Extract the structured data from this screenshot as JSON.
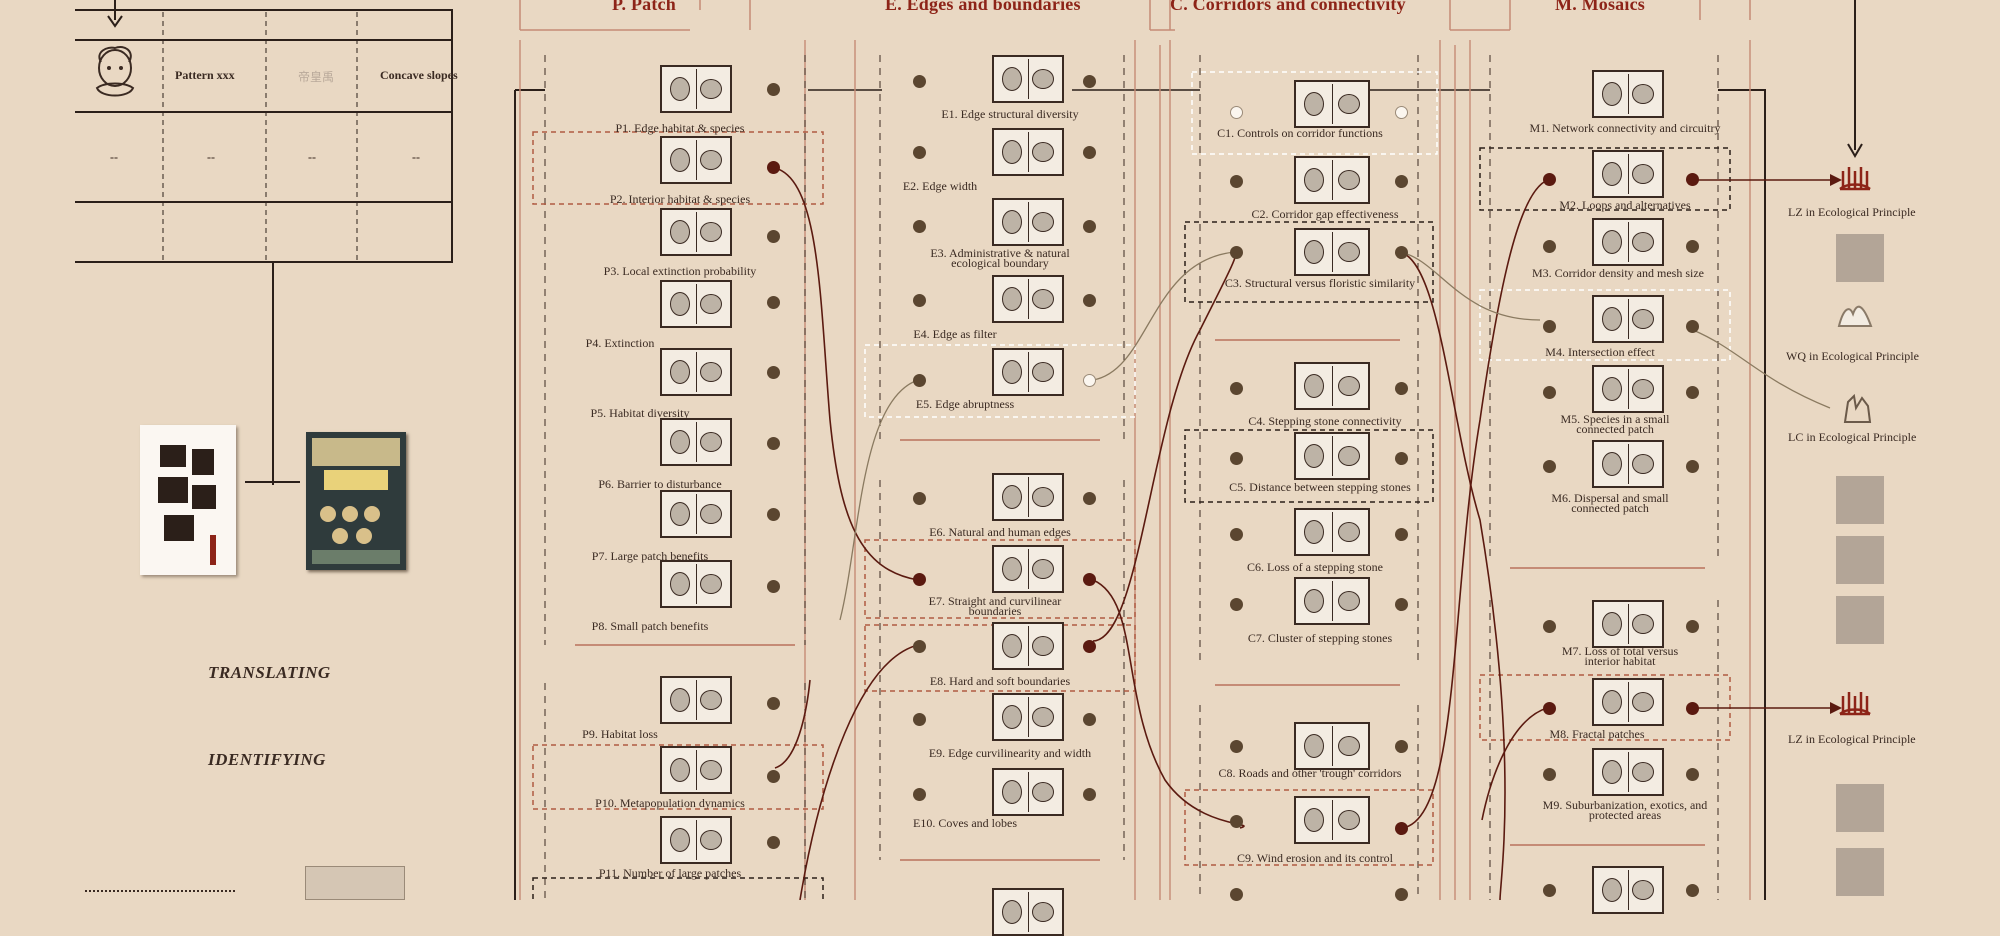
{
  "headers": {
    "patch": "P. Patch",
    "edges": "E. Edges and boundaries",
    "corridors": "C. Corridors and connectivity",
    "mosaics": "M. Mosaics"
  },
  "table": {
    "pattern": "Pattern xxx",
    "chinese_cell": "帝皇禹",
    "concave": "Concave slopes",
    "dash": "--"
  },
  "left": {
    "translating": "TRANSLATING",
    "identifying": "IDENTIFYING"
  },
  "patch_items": [
    {
      "id": "p1",
      "label": "P1. Edge habitat & species"
    },
    {
      "id": "p2",
      "label": "P2. Interior habitat & species"
    },
    {
      "id": "p3",
      "label": "P3. Local extinction probability"
    },
    {
      "id": "p4",
      "label": "P4. Extinction"
    },
    {
      "id": "p5",
      "label": "P5. Habitat diversity"
    },
    {
      "id": "p6",
      "label": "P6. Barrier to disturbance"
    },
    {
      "id": "p7",
      "label": "P7. Large patch benefits"
    },
    {
      "id": "p8",
      "label": "P8. Small patch benefits"
    },
    {
      "id": "p9",
      "label": "P9. Habitat loss"
    },
    {
      "id": "p10",
      "label": "P10. Metapopulation dynamics"
    },
    {
      "id": "p11",
      "label": "P11. Number of large patches"
    }
  ],
  "edge_items": [
    {
      "id": "e1",
      "label": "E1. Edge structural diversity"
    },
    {
      "id": "e2",
      "label": "E2. Edge width"
    },
    {
      "id": "e3",
      "label": "E3. Administrative & natural ecological boundary"
    },
    {
      "id": "e4",
      "label": "E4. Edge as filter"
    },
    {
      "id": "e5",
      "label": "E5. Edge abruptness"
    },
    {
      "id": "e6",
      "label": "E6. Natural and human edges"
    },
    {
      "id": "e7",
      "label": "E7. Straight and curvilinear boundaries"
    },
    {
      "id": "e8",
      "label": "E8. Hard and soft boundaries"
    },
    {
      "id": "e9",
      "label": "E9. Edge curvilinearity and width"
    },
    {
      "id": "e10",
      "label": "E10. Coves and lobes"
    }
  ],
  "corridor_items": [
    {
      "id": "c1",
      "label": "C1. Controls on corridor functions"
    },
    {
      "id": "c2",
      "label": "C2. Corridor gap effectiveness"
    },
    {
      "id": "c3",
      "label": "C3. Structural versus floristic similarity"
    },
    {
      "id": "c4",
      "label": "C4. Stepping stone connectivity"
    },
    {
      "id": "c5",
      "label": "C5. Distance between stepping stones"
    },
    {
      "id": "c6",
      "label": "C6. Loss of a stepping stone"
    },
    {
      "id": "c7",
      "label": "C7. Cluster of stepping stones"
    },
    {
      "id": "c8",
      "label": "C8. Roads and other 'trough' corridors"
    },
    {
      "id": "c9",
      "label": "C9. Wind erosion and its control"
    }
  ],
  "mosaic_items": [
    {
      "id": "m1",
      "label": "M1. Network connectivity and circuitry"
    },
    {
      "id": "m2",
      "label": "M2. Loops and alternatives"
    },
    {
      "id": "m3",
      "label": "M3. Corridor density and mesh size"
    },
    {
      "id": "m4",
      "label": "M4. Intersection effect"
    },
    {
      "id": "m5",
      "label": "M5. Species in a small connected patch"
    },
    {
      "id": "m6",
      "label": "M6. Dispersal and small connected patch"
    },
    {
      "id": "m7",
      "label": "M7. Loss of total versus interior habitat"
    },
    {
      "id": "m8",
      "label": "M8. Fractal patches"
    },
    {
      "id": "m9",
      "label": "M9. Suburbanization, exotics, and protected areas"
    }
  ],
  "principles": {
    "lz1": "LZ in Ecological Principle",
    "wq": "WQ in Ecological Principle",
    "lc": "LC in Ecological Principle",
    "lz2": "LZ in Ecological Principle"
  },
  "colors": {
    "background": "#e9d8c3",
    "header_red": "#8d2418",
    "line_dark": "#3a2a22",
    "curve_brown": "#5b1a10",
    "curve_light": "#8a7a60"
  }
}
